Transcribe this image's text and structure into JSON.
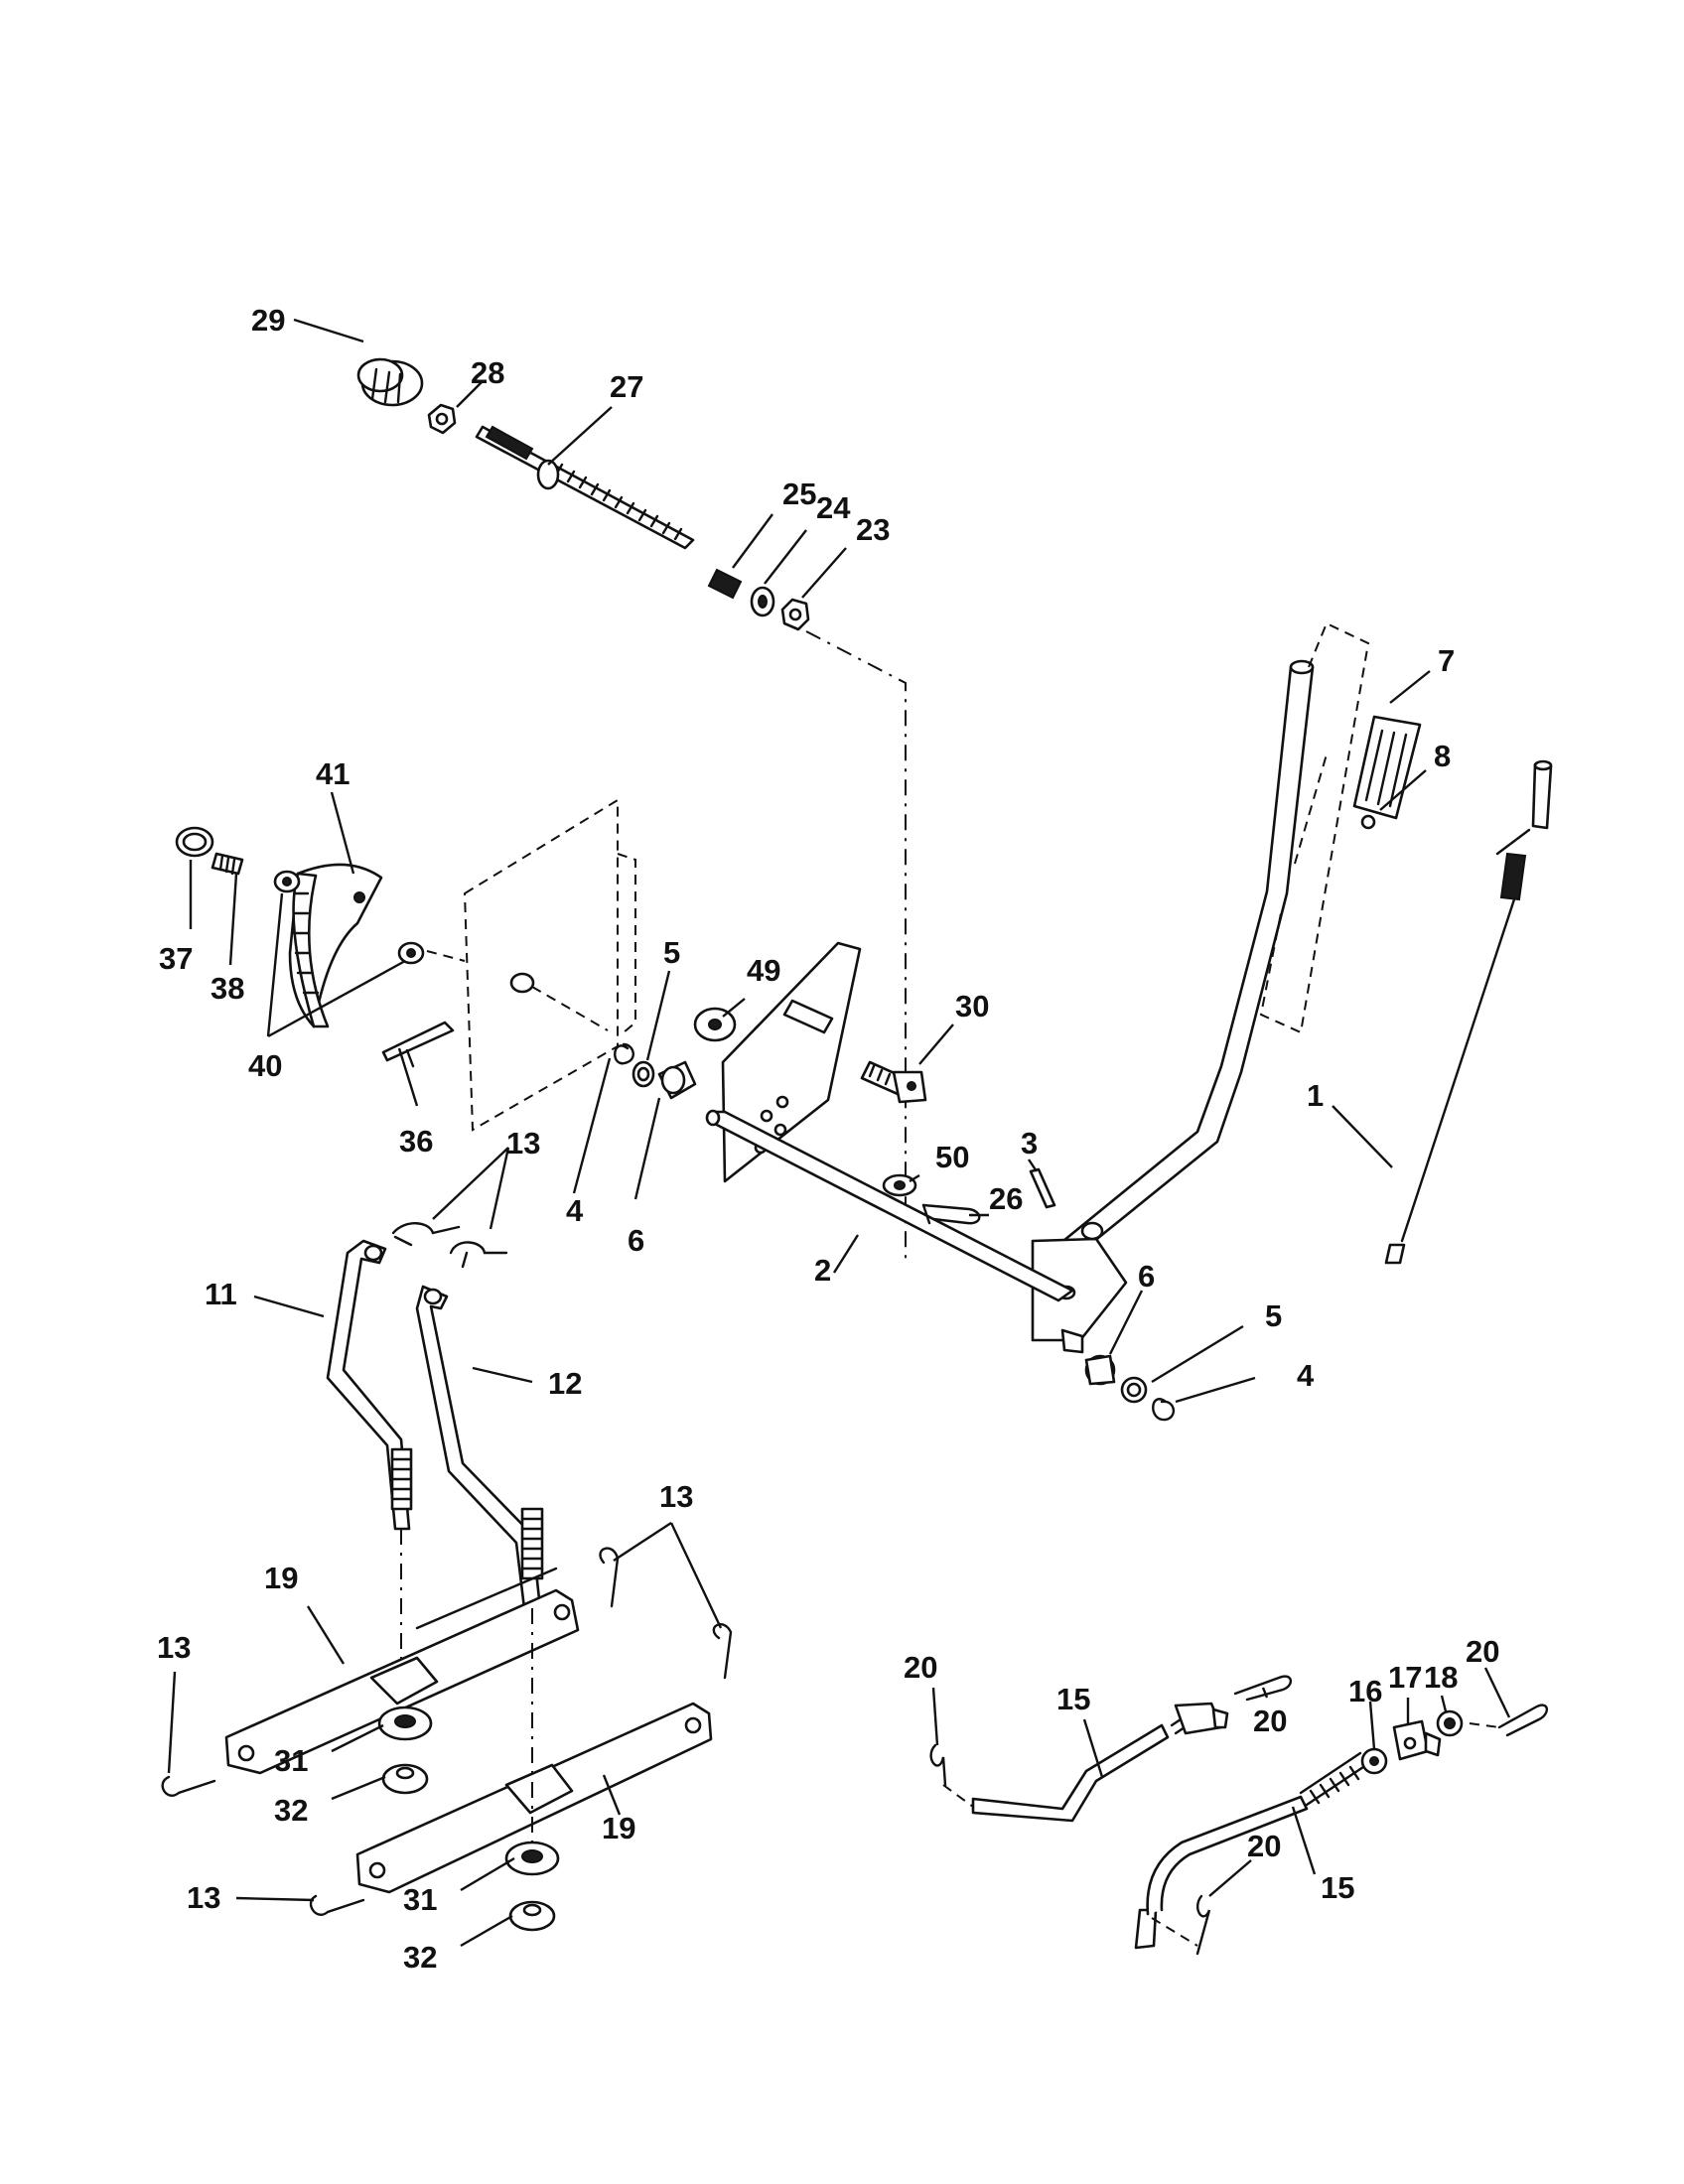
{
  "diagram": {
    "callouts": [
      {
        "id": "c29",
        "text": "29"
      },
      {
        "id": "c28",
        "text": "28"
      },
      {
        "id": "c27",
        "text": "27"
      },
      {
        "id": "c25",
        "text": "25"
      },
      {
        "id": "c24",
        "text": "24"
      },
      {
        "id": "c23",
        "text": "23"
      },
      {
        "id": "c7",
        "text": "7"
      },
      {
        "id": "c8",
        "text": "8"
      },
      {
        "id": "c41",
        "text": "41"
      },
      {
        "id": "c37",
        "text": "37"
      },
      {
        "id": "c38",
        "text": "38"
      },
      {
        "id": "c40",
        "text": "40"
      },
      {
        "id": "c5a",
        "text": "5"
      },
      {
        "id": "c49",
        "text": "49"
      },
      {
        "id": "c30",
        "text": "30"
      },
      {
        "id": "c1",
        "text": "1"
      },
      {
        "id": "c36",
        "text": "36"
      },
      {
        "id": "c13a",
        "text": "13"
      },
      {
        "id": "c4a",
        "text": "4"
      },
      {
        "id": "c6a",
        "text": "6"
      },
      {
        "id": "c50",
        "text": "50"
      },
      {
        "id": "c3",
        "text": "3"
      },
      {
        "id": "c26",
        "text": "26"
      },
      {
        "id": "c11",
        "text": "11"
      },
      {
        "id": "c2",
        "text": "2"
      },
      {
        "id": "c6b",
        "text": "6"
      },
      {
        "id": "c5b",
        "text": "5"
      },
      {
        "id": "c4b",
        "text": "4"
      },
      {
        "id": "c12",
        "text": "12"
      },
      {
        "id": "c13b",
        "text": "13"
      },
      {
        "id": "c19a",
        "text": "19"
      },
      {
        "id": "c13c",
        "text": "13"
      },
      {
        "id": "c20a",
        "text": "20"
      },
      {
        "id": "c15a",
        "text": "15"
      },
      {
        "id": "c20b",
        "text": "20"
      },
      {
        "id": "c17",
        "text": "17"
      },
      {
        "id": "c18",
        "text": "18"
      },
      {
        "id": "c20c",
        "text": "20"
      },
      {
        "id": "c16",
        "text": "16"
      },
      {
        "id": "c31a",
        "text": "31"
      },
      {
        "id": "c32a",
        "text": "32"
      },
      {
        "id": "c19b",
        "text": "19"
      },
      {
        "id": "c13d",
        "text": "13"
      },
      {
        "id": "c20d",
        "text": "20"
      },
      {
        "id": "c15b",
        "text": "15"
      },
      {
        "id": "c31b",
        "text": "31"
      },
      {
        "id": "c32b",
        "text": "32"
      }
    ]
  }
}
